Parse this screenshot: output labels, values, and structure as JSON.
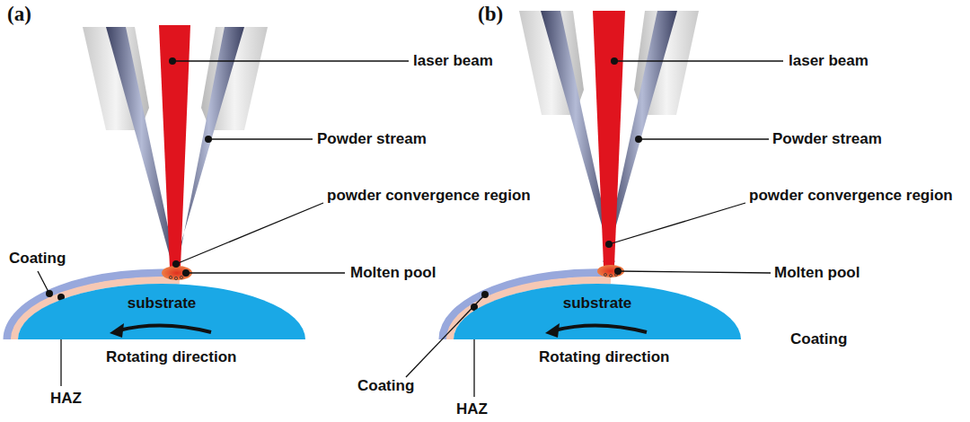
{
  "diagram": {
    "nodes": [
      {
        "text": [
          "substrate"
        ]
      },
      {
        "text": [
          "substrate"
        ]
      }
    ],
    "labels": [
      "(a)",
      "(b)",
      "laser beam",
      "Powder stream",
      "powder convergence region",
      "Molten pool",
      "Coating",
      "HAZ",
      "Rotating direction",
      "laser beam",
      "Powder stream",
      "powder convergence region",
      "Molten pool",
      "Coating",
      "Coating",
      "HAZ",
      "Rotating direction"
    ]
  }
}
